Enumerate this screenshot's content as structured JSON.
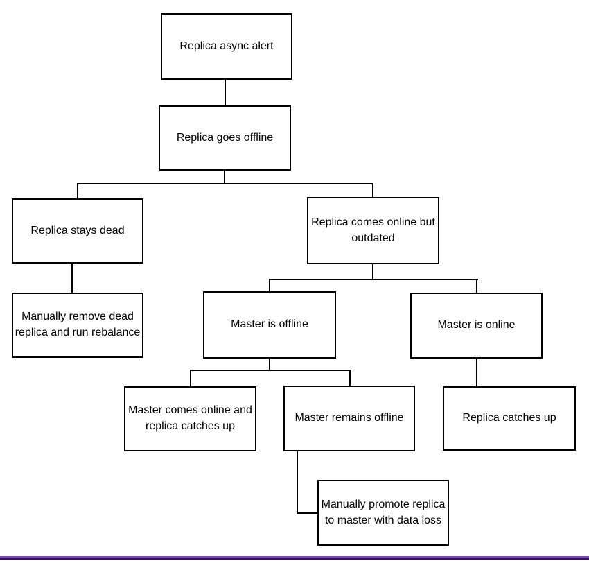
{
  "diagram": {
    "type": "flowchart",
    "background_color": "#ffffff",
    "node_border_color": "#000000",
    "node_fill_color": "#ffffff",
    "text_color": "#000000",
    "connector_color": "#000000",
    "bottom_bar_color_top": "#8a4bc4",
    "bottom_bar_color_bottom": "#2d1160",
    "nodes": [
      {
        "label": "Replica async alert"
      },
      {
        "label": "Replica goes offline"
      },
      {
        "label": "Replica stays dead"
      },
      {
        "label": "Replica comes online but outdated"
      },
      {
        "label": "Manually remove dead replica and run rebalance"
      },
      {
        "label": "Master is offline"
      },
      {
        "label": "Master is online"
      },
      {
        "label": "Master comes online and replica catches up"
      },
      {
        "label": "Master remains offline"
      },
      {
        "label": "Replica catches up"
      },
      {
        "label": "Manually promote replica to master with data loss"
      }
    ],
    "edges": [
      {
        "from": "Replica async alert",
        "to": "Replica goes offline"
      },
      {
        "from": "Replica goes offline",
        "to": "Replica stays dead"
      },
      {
        "from": "Replica goes offline",
        "to": "Replica comes online but outdated"
      },
      {
        "from": "Replica stays dead",
        "to": "Manually remove dead replica and run rebalance"
      },
      {
        "from": "Replica comes online but outdated",
        "to": "Master is offline"
      },
      {
        "from": "Replica comes online but outdated",
        "to": "Master is online"
      },
      {
        "from": "Master is offline",
        "to": "Master comes online and replica catches up"
      },
      {
        "from": "Master is offline",
        "to": "Master remains offline"
      },
      {
        "from": "Master is online",
        "to": "Replica catches up"
      },
      {
        "from": "Master remains offline",
        "to": "Manually promote replica to master with data loss"
      }
    ]
  }
}
